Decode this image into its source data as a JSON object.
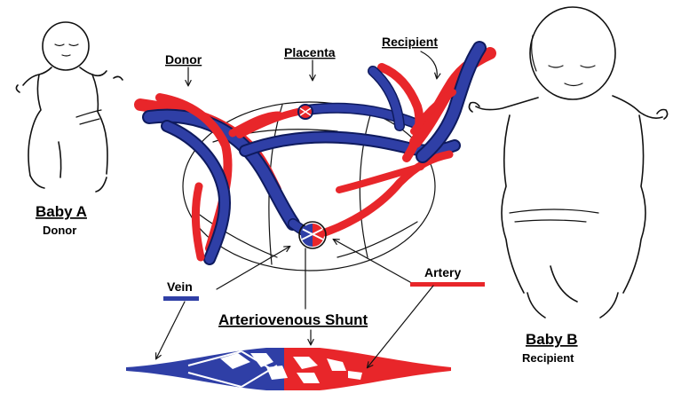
{
  "labels": {
    "donor": "Donor",
    "placenta": "Placenta",
    "recipient": "Recipient",
    "baby_a_title": "Baby A",
    "baby_a_role": "Donor",
    "baby_b_title": "Baby B",
    "baby_b_role": "Recipient",
    "vein": "Vein",
    "artery": "Artery",
    "shunt": "Arteriovenous Shunt"
  },
  "colors": {
    "artery": "#e8262a",
    "vein": "#2f3fa6",
    "ink": "#111111"
  }
}
